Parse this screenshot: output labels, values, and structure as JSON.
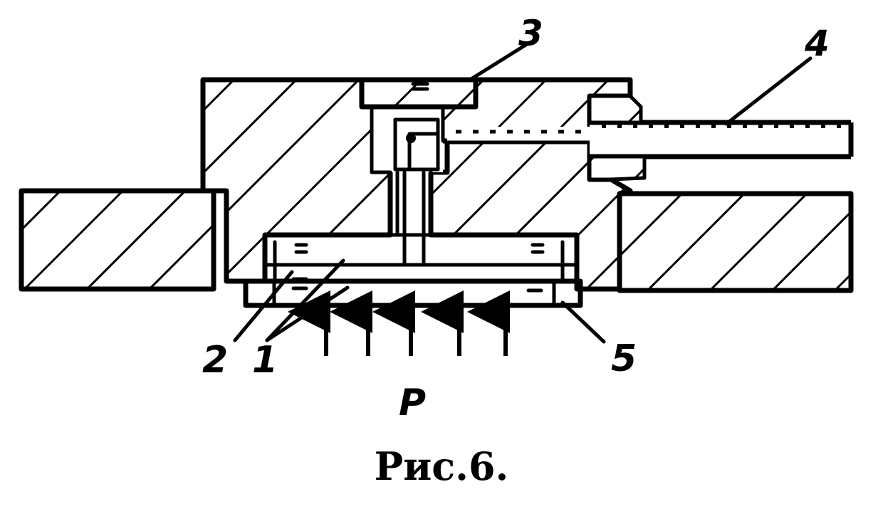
{
  "labels": {
    "l1": "1",
    "l2": "2",
    "l3": "3",
    "l4": "4",
    "l5": "5",
    "pressure": "P"
  },
  "caption": "Рис.6."
}
